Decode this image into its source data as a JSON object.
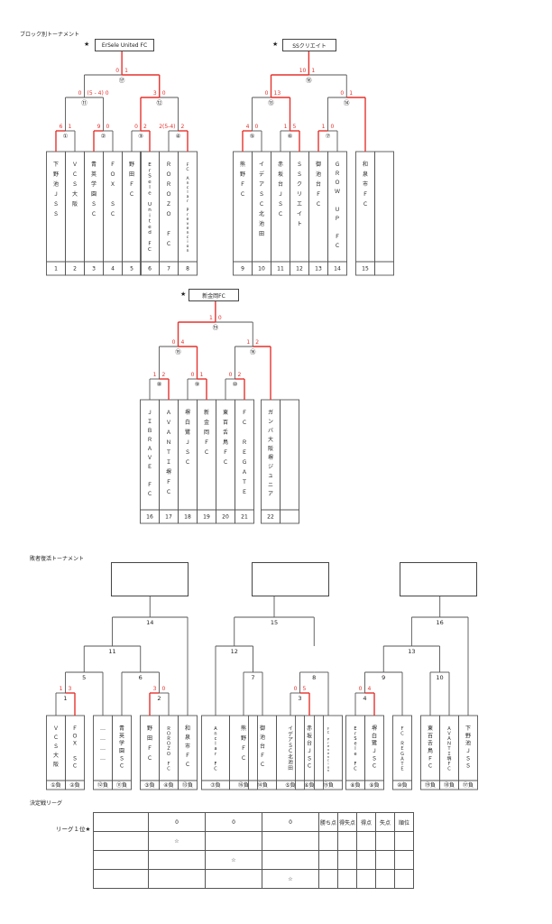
{
  "section1": {
    "title": "ブロック別トーナメント"
  },
  "section2": {
    "title": "敗者復活トーナメント"
  },
  "section3": {
    "title": "決定戦リーグ",
    "row_label": "リーグ１位★"
  },
  "blockA": {
    "winner": "ErSele United FC",
    "teams": [
      "下野池ＪＳＳ",
      "ＶＣＳ大阪",
      "青英学園ＳＣ",
      "ＦＯＸ　ＳＣ",
      "野田ＦＣ",
      "ErSele United FC",
      "ＲＯＲＯＺＯ　ＦＣ",
      "ＦＣ　Anclar Prevencion"
    ],
    "numbers": [
      "1",
      "2",
      "3",
      "4",
      "5",
      "6",
      "7",
      "8"
    ],
    "round1_labels": [
      "①",
      "②",
      "③",
      "④"
    ],
    "round1_scores": [
      [
        "6",
        "1"
      ],
      [
        "9",
        "0"
      ],
      [
        "0",
        "2"
      ],
      [
        "2(5-4)",
        "2"
      ]
    ],
    "semi_labels": [
      "⑪",
      "⑫"
    ],
    "semi_scores": [
      [
        "0",
        "(5 - 4)  0"
      ],
      [
        "3",
        "0"
      ]
    ],
    "final_label": "⑰",
    "final_scores": [
      "0",
      "1"
    ]
  },
  "blockB": {
    "winner": "SSクリエイト",
    "teams": [
      "熊野ＦＣ",
      "イデアＳＣ北池田",
      "赤坂台ＪＳＣ",
      "ＳＳクリエイト",
      "御池台ＦＣ",
      "ＧＲＯＷ　ＵＰ　ＦＣ",
      "和泉市ＦＣ"
    ],
    "numbers": [
      "9",
      "10",
      "11",
      "12",
      "13",
      "14",
      "15"
    ],
    "round1_labels": [
      "⑤",
      "⑥",
      "⑦"
    ],
    "round1_scores": [
      [
        "4",
        "0"
      ],
      [
        "1",
        "5"
      ],
      [
        "1",
        "0"
      ]
    ],
    "semi_labels": [
      "⑬",
      "⑭"
    ],
    "semi_scores": [
      [
        "0",
        "13"
      ],
      [
        "0",
        "1"
      ]
    ],
    "final_label": "⑱",
    "final_scores": [
      "10",
      "1"
    ]
  },
  "blockC": {
    "winner": "新金岡FC",
    "teams": [
      "ＪＩＢＲＡＶＥ　ＦＣ",
      "ＡＶＡＮＴＩ堺ＦＣ",
      "堺白鷺ＪＳＣ",
      "新金岡ＦＣ",
      "東百舌鳥ＦＣ",
      "ＦＣ　ＲＥＧＡＴＥ",
      "ガンバ大阪堺ジュニア"
    ],
    "numbers": [
      "16",
      "17",
      "18",
      "19",
      "20",
      "21",
      "22"
    ],
    "round1_labels": [
      "⑧",
      "⑨",
      "⑩"
    ],
    "round1_scores": [
      [
        "1",
        "2"
      ],
      [
        "0",
        "1"
      ],
      [
        "0",
        "2"
      ]
    ],
    "semi_labels": [
      "⑮",
      "⑯"
    ],
    "semi_scores": [
      [
        "0",
        "4"
      ],
      [
        "1",
        "2"
      ]
    ],
    "final_label": "⑲",
    "final_scores": [
      "1",
      "0"
    ]
  },
  "repechage": {
    "groups": [
      {
        "teams": [
          "ＶＣＳ大阪",
          "ＦＯＸ　ＳＣ",
          "…………",
          "青英学園ＳＣ",
          "野田ＦＣ",
          "ＲＯＲＯＺＯ　ＦＣ",
          "和泉市ＦＣ"
        ],
        "bottoms": [
          "①負",
          "②負",
          "⑫負",
          "⑪負",
          "③負",
          "④負",
          "⑬負"
        ],
        "nodes": [
          "1",
          "2",
          "5",
          "6",
          "11",
          "14"
        ],
        "scores": [
          [
            "1",
            "3"
          ],
          [
            "3",
            "0"
          ]
        ]
      },
      {
        "teams": [
          "Anclar FC",
          "熊野ＦＣ",
          "御池台ＦＣ",
          "イデアＳＣ北池田",
          "赤坂台ＪＳＣ",
          "ＦＣ Prevencion"
        ],
        "bottoms": [
          "⑦負",
          "⑯負",
          "⑭負",
          "⑤負",
          "⑥負",
          "⑮負"
        ],
        "nodes": [
          "3",
          "7",
          "8",
          "12",
          "15"
        ],
        "scores": [
          [
            "0",
            "5"
          ]
        ]
      },
      {
        "teams": [
          "ErSele FC",
          "堺白鷺ＪＳＣ",
          "ＦＣ ＲＥＧＡＴＥ",
          "東百舌鳥ＦＣ",
          "ＡＶＡＮＴＩ堺ＦＣ",
          "下野池ＪＳＳ"
        ],
        "bottoms": [
          "⑧負",
          "⑨負",
          "⑩負",
          "⑲負",
          "⑱負",
          "⑰負"
        ],
        "nodes": [
          "4",
          "9",
          "10",
          "13",
          "16"
        ],
        "scores": [
          [
            "0",
            "4"
          ]
        ]
      }
    ]
  },
  "league": {
    "col_headers": [
      "0",
      "0",
      "0"
    ],
    "stat_headers": [
      "勝ち点",
      "得失点",
      "得点",
      "失点",
      "順位"
    ],
    "diag_mark": "☆"
  },
  "colors": {
    "red": "#e5322d",
    "line": "#555555"
  }
}
